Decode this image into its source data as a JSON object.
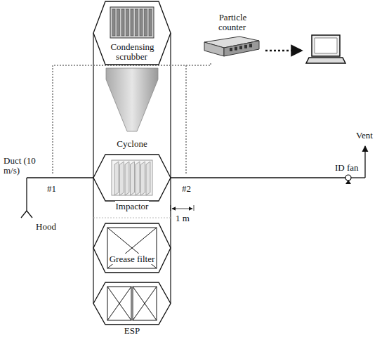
{
  "diagram": {
    "nodes": [
      {
        "text": [
          "Condensing scrubber"
        ]
      },
      {
        "text": [
          "Cyclone"
        ]
      },
      {
        "text": [
          "Impactor"
        ]
      },
      {
        "text": [
          "Grease filter"
        ]
      },
      {
        "text": [
          "ESP"
        ]
      },
      {
        "text": [
          "Particle counter"
        ]
      }
    ],
    "labels": [
      "Duct (10 m/s)",
      "Hood",
      "#1",
      "#2",
      "1 m",
      "ID fan",
      "Vent"
    ]
  }
}
